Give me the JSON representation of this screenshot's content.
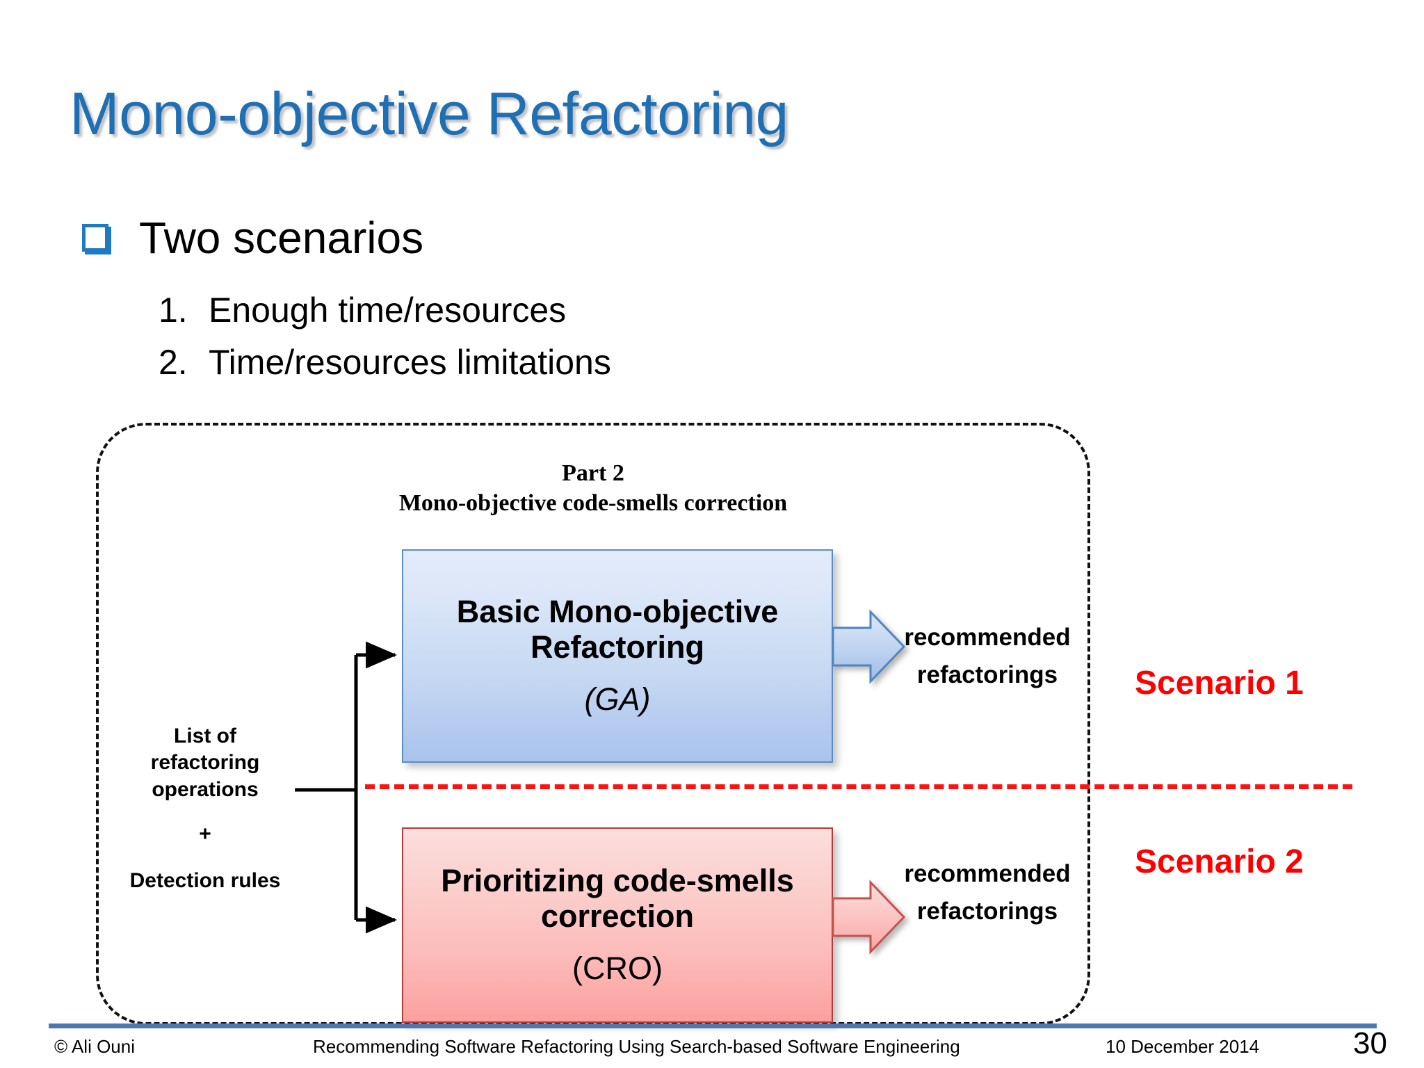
{
  "slide": {
    "title": "Mono-objective Refactoring",
    "bullet": {
      "icon": "hollow-square-bullet",
      "text": "Two scenarios"
    },
    "numbered_items": [
      {
        "index": "1.",
        "text": "Enough time/resources"
      },
      {
        "index": "2.",
        "text": "Time/resources limitations"
      }
    ]
  },
  "diagram": {
    "part_label": "Part 2",
    "part_subtitle": "Mono-objective code-smells correction",
    "input": {
      "line1": "List of",
      "line2": "refactoring",
      "line3": "operations",
      "plus": "+",
      "line4": "Detection rules"
    },
    "boxes": [
      {
        "title_line1": "Basic Mono-objective",
        "title_line2": "Refactoring",
        "subtitle": "(GA)",
        "border_color": "#5b8ec9",
        "fill_top": "#e3ecfb",
        "fill_bottom": "#a9c3ec"
      },
      {
        "title_line1": "Prioritizing code-smells",
        "title_line2": "correction",
        "subtitle": "(CRO)",
        "border_color": "#b43c3c",
        "fill_top": "#fbdedc",
        "fill_bottom": "#fba09f"
      }
    ],
    "outputs": [
      {
        "line1": "recommended",
        "line2": "refactorings"
      },
      {
        "line1": "recommended",
        "line2": "refactorings"
      }
    ],
    "scenarios": [
      {
        "label": "Scenario 1",
        "color": "#FF0000"
      },
      {
        "label": "Scenario 2",
        "color": "#FF0000"
      }
    ],
    "divider_color": "#FF1111"
  },
  "footer": {
    "left": "© Ali Ouni",
    "center": "Recommending Software Refactoring Using Search-based Software Engineering",
    "date": "10 December 2014",
    "page": "30",
    "rule_color": "#4E77B0"
  },
  "colors": {
    "title": "#1F6FB4",
    "bullet": "#1F7AC4",
    "accent_red": "#FF0000"
  }
}
